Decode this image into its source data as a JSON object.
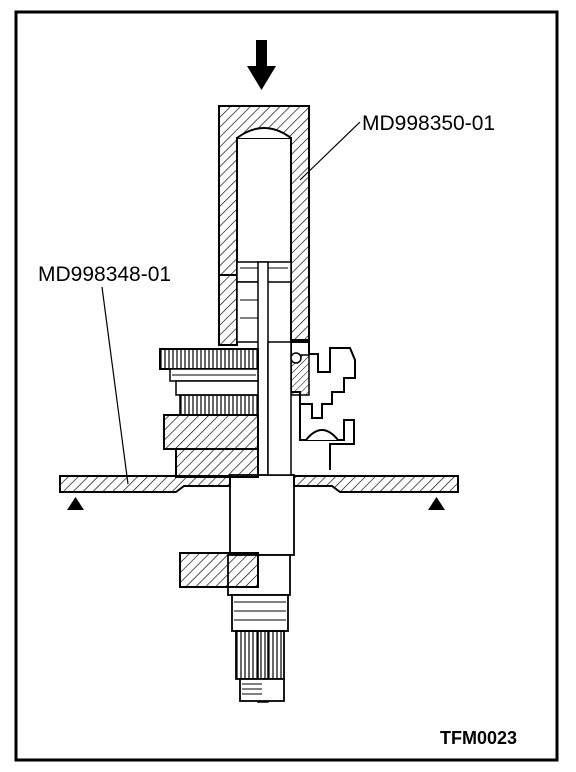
{
  "labels": {
    "tool_upper": "MD998350-01",
    "tool_lower": "MD998348-01",
    "figure_code": "TFM0023"
  },
  "icons": {
    "press_direction": "down-arrow-icon",
    "support_points": "triangle-support-icon"
  }
}
